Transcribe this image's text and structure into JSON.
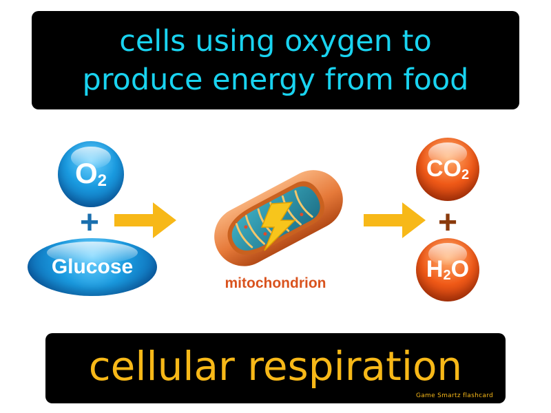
{
  "definition": {
    "line1": "cells using oxygen to",
    "line2": "produce energy from food"
  },
  "reactants": {
    "oxygen": {
      "symbol": "O",
      "subscript": "2"
    },
    "plus": "+",
    "glucose": "Glucose"
  },
  "organelle": {
    "label": "mitochondrion"
  },
  "products": {
    "carbon_dioxide": {
      "symbol": "CO",
      "subscript": "2"
    },
    "plus": "+",
    "water": {
      "prefix": "H",
      "subscript": "2",
      "suffix": "O"
    }
  },
  "term": "cellular respiration",
  "brand": "Game Smartz flashcard",
  "colors": {
    "definition_text": "#19d3f0",
    "term_text": "#f7b818",
    "arrow": "#f7b818",
    "reactant_blue": "#1a9be0",
    "product_orange": "#f05a18",
    "plus_blue": "#1a6fae",
    "plus_brown": "#8a3a0c",
    "mito_label": "#d9531e"
  }
}
